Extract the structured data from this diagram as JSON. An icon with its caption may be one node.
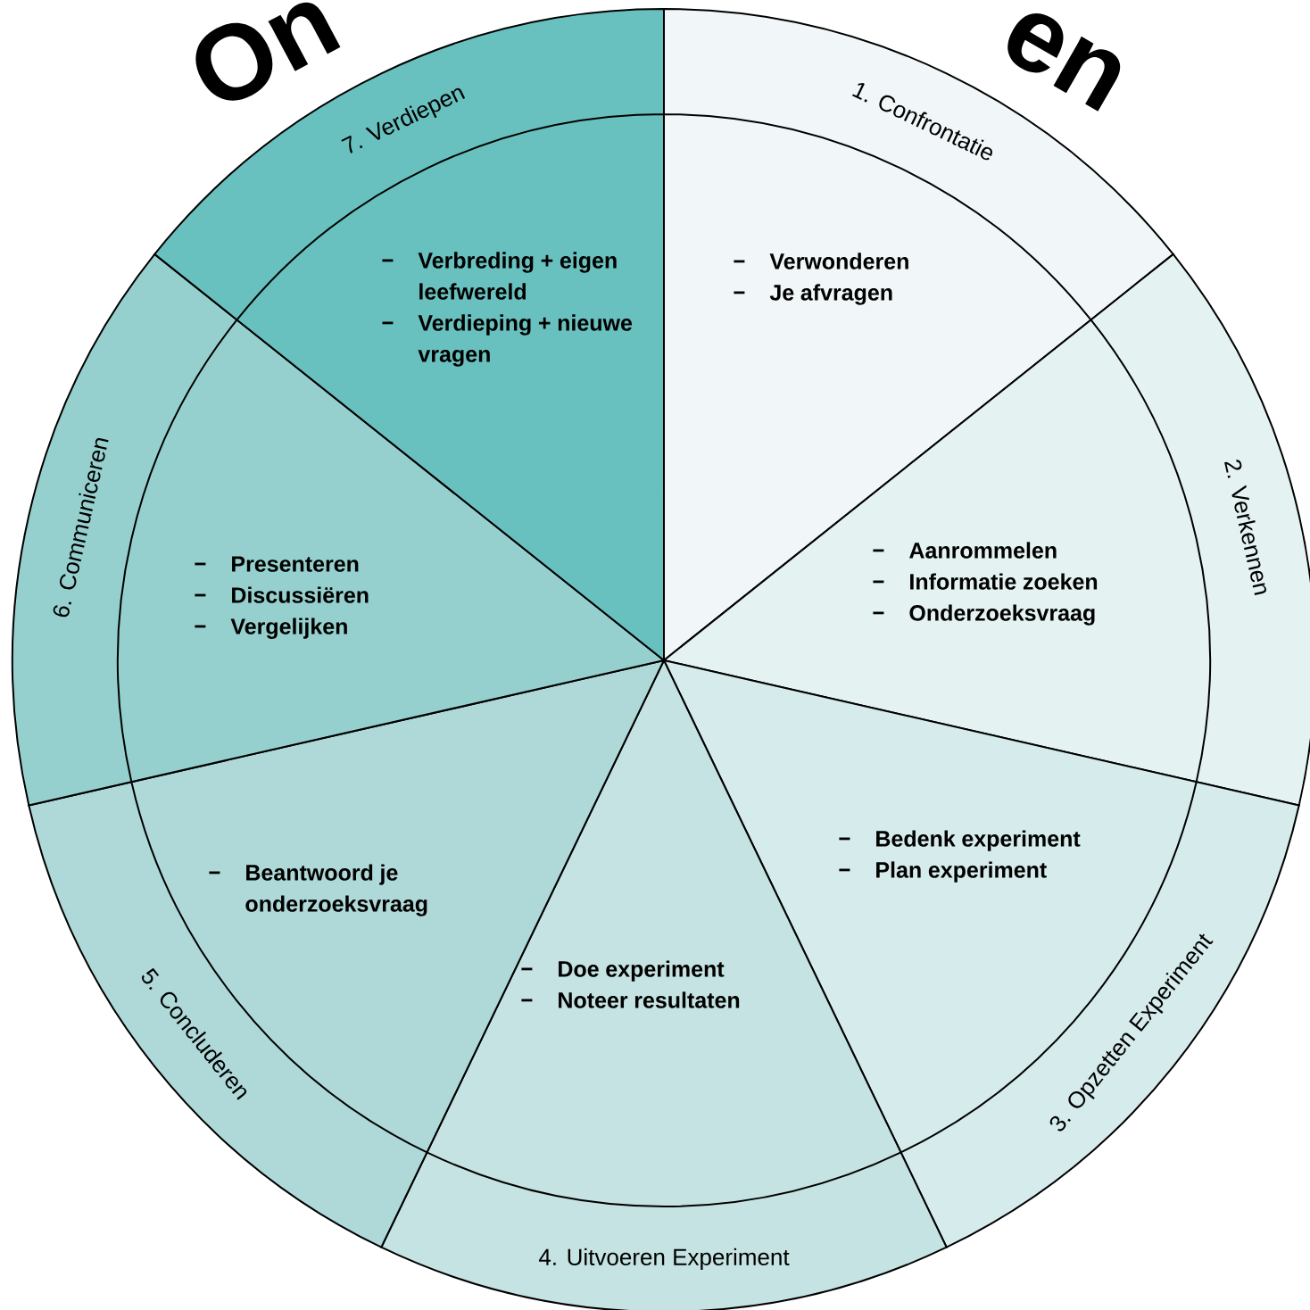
{
  "diagram": {
    "nodes": [
      {
        "text": [
          "1. Confrontatie",
          "Verwonderen",
          "Je afvragen"
        ]
      },
      {
        "text": [
          "2. Verkennen",
          "Aanrommelen",
          "Informatie zoeken",
          "Onderzoeksvraag"
        ]
      },
      {
        "text": [
          "3. Opzetten Experiment",
          "Bedenk experiment",
          "Plan experiment"
        ]
      },
      {
        "text": [
          "Doe experiment",
          "Noteer resultaten",
          "4. Uitvoeren Experiment"
        ]
      },
      {
        "text": [
          "5. Concluderen",
          "Beantwoord je onderzoeksvraag"
        ]
      },
      {
        "text": [
          "6. Communiceren",
          "Presenteren",
          "Discussiëren",
          "Vergelijken"
        ]
      },
      {
        "text": [
          "7. Verdiepen",
          "Verbreding + eigen leefwereld",
          "Verdieping + nieuwe vragen"
        ]
      }
    ],
    "labels": [
      "On",
      "en"
    ]
  }
}
